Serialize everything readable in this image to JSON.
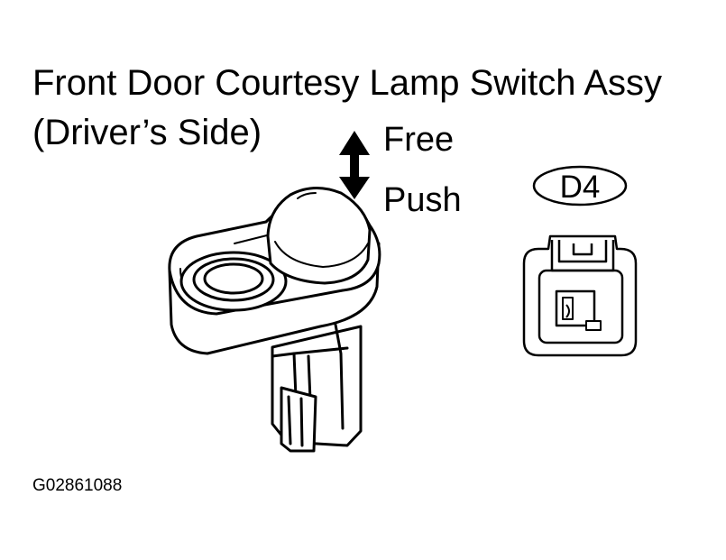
{
  "title": {
    "line1": "Front Door Courtesy Lamp Switch Assy",
    "line2": "(Driver’s Side)"
  },
  "direction_labels": {
    "up": "Free",
    "down": "Push"
  },
  "connector": {
    "code": "D4"
  },
  "figure_code": "G02861088",
  "icons": {
    "arrow": "double-headed-vertical-arrow",
    "switch": "courtesy-lamp-switch-illustration",
    "connector": "connector-face-view"
  },
  "colors": {
    "line": "#000000",
    "background": "#ffffff"
  }
}
